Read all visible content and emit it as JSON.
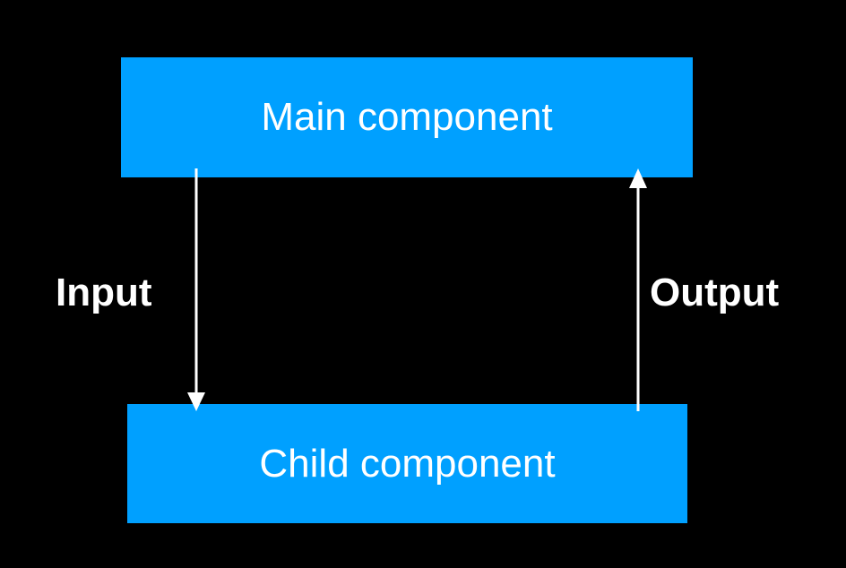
{
  "diagram": {
    "main_component": {
      "label": "Main component"
    },
    "child_component": {
      "label": "Child component"
    },
    "input_edge": {
      "label": "Input",
      "from": "Main component",
      "to": "Child component"
    },
    "output_edge": {
      "label": "Output",
      "from": "Child component",
      "to": "Main component"
    }
  },
  "colors": {
    "background": "#000000",
    "box_fill": "#00a0ff",
    "text": "#ffffff",
    "arrow": "#ffffff"
  }
}
